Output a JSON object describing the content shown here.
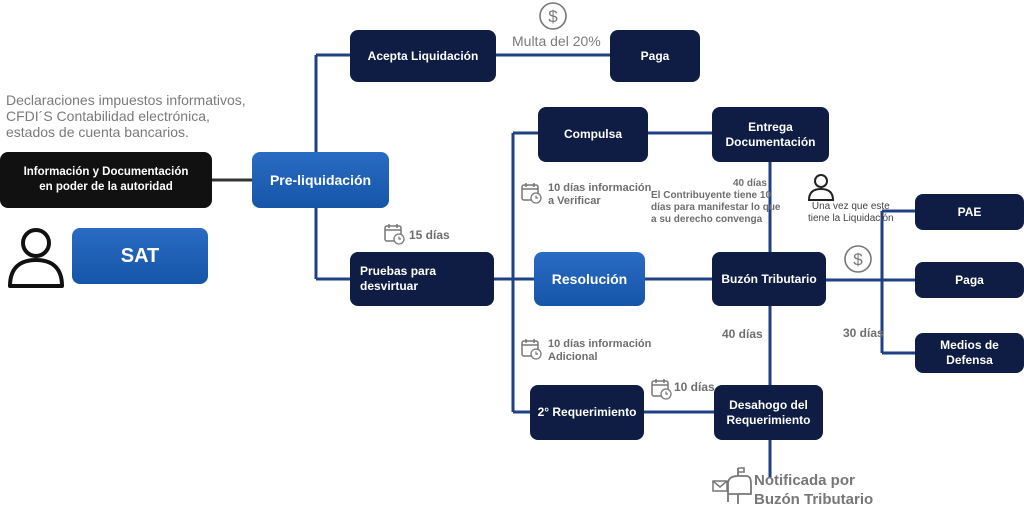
{
  "boxes": {
    "acepta": "Acepta Liquidación",
    "paga_top": "Paga",
    "info_doc": "Información y Documentación\nen poder de la autoridad",
    "preliq": "Pre-liquidación",
    "sat": "SAT",
    "compulsa": "Compulsa",
    "entrega": "Entrega\nDocumentación",
    "pruebas": "Pruebas para\ndesvirtuar",
    "resolucion": "Resolución",
    "buzon": "Buzón  Tributario",
    "pae": "PAE",
    "paga_right": "Paga",
    "medios": "Medios de\nDefensa",
    "segundo_req": "2° Requerimiento",
    "desahogo": "Desahogo del\nRequerimiento"
  },
  "labels": {
    "multa": "Multa del 20%",
    "declaraciones": "Declaraciones impuestos informativos,\nCFDI´S Contabilidad electrónica,\nestados de cuenta bancarios.",
    "diez_verificar": "10 días información\na Verificar",
    "contribuyente": "El Contribuyente tiene 10\ndías para manifestar lo que\na su derecho convenga",
    "cuarenta_top": "40 días",
    "una_vez": "Una vez que este\ntiene la Liquidación",
    "quince": "15 días",
    "cuarenta_mid": "40 días",
    "treinta": "30 días",
    "diez_adicional": "10 días información\nAdicional",
    "diez_bottom": "10 días",
    "notificada": "Notificada por\nBuzón Tributario"
  },
  "icons": [
    "dollar-icon",
    "person-icon",
    "calendar-icon",
    "mailbox-icon"
  ],
  "colors": {
    "navy": "#0f1d45",
    "blue": "#1556a8",
    "line": "#1f3f86",
    "black": "#111111"
  }
}
